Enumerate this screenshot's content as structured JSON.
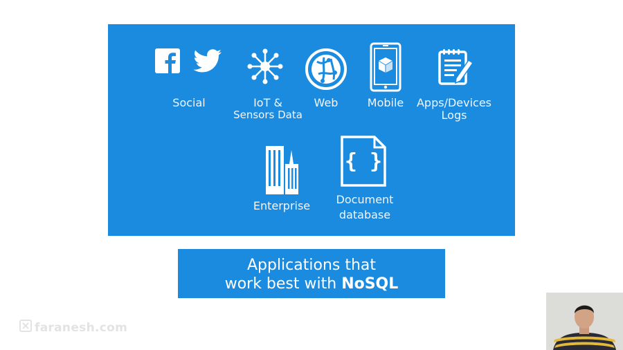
{
  "diagram": {
    "top_row": [
      {
        "label": "Social"
      },
      {
        "label_line1": "IoT &",
        "label_line2": "Sensors Data"
      },
      {
        "label": "Web"
      },
      {
        "label": "Mobile"
      },
      {
        "label_line1": "Apps/Devices",
        "label_line2": "Logs"
      }
    ],
    "bottom_row": [
      {
        "label": "Enterprise"
      },
      {
        "label_line1": "Document",
        "label_line2": "database"
      }
    ]
  },
  "banner": {
    "line1": "Applications that",
    "line2_prefix": "work best with ",
    "line2_bold": "NoSQL"
  },
  "watermark": {
    "text": "faranesh.com"
  },
  "colors": {
    "panel_blue": "#1b8be0",
    "background": "#ffffff"
  },
  "icons": [
    "facebook-icon",
    "twitter-icon",
    "iot-hub-icon",
    "web-globe-icon",
    "mobile-phone-icon",
    "log-notepad-icon",
    "enterprise-buildings-icon",
    "document-database-icon"
  ]
}
